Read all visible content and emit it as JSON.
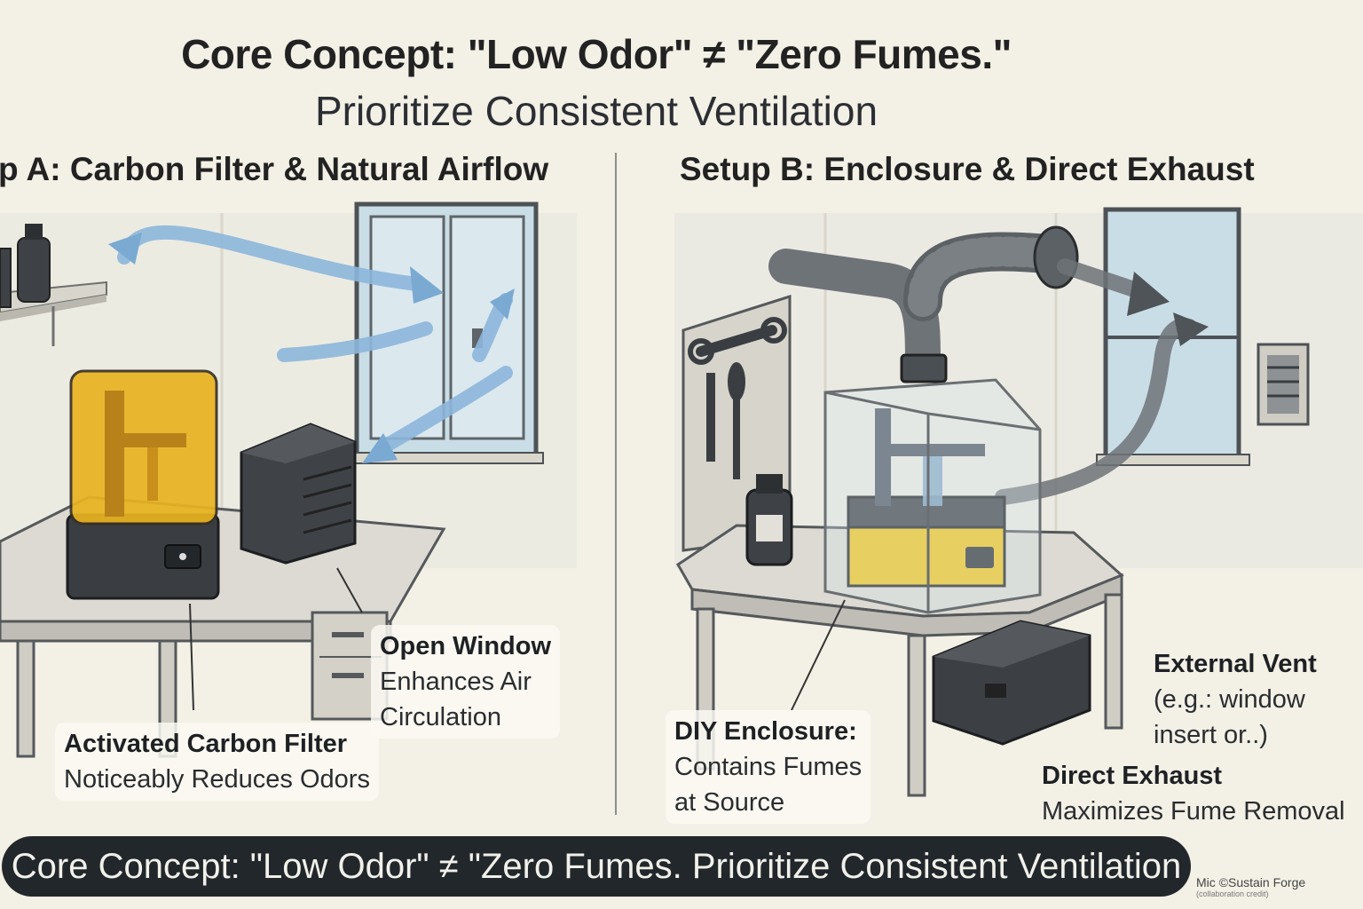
{
  "title": {
    "line1": "Core Concept: \"Low Odor\" ≠ \"Zero Fumes.\"",
    "line2": "Prioritize Consistent Ventilation"
  },
  "setup_a": {
    "heading": "p A: Carbon Filter & Natural Airflow",
    "callouts": {
      "open_window": {
        "heading": "Open Window",
        "line1": "Enhances Air",
        "line2": "Circulation"
      },
      "carbon_filter": {
        "heading": "Activated Carbon Filter",
        "line1": "Noticeably Reduces Odors"
      }
    }
  },
  "setup_b": {
    "heading": "Setup B: Enclosure & Direct Exhaust",
    "callouts": {
      "diy_enclosure": {
        "heading": "DIY Enclosure:",
        "line1": "Contains Fumes",
        "line2": "at Source"
      },
      "external_vent": {
        "heading": "External Vent",
        "line1": "(e.g.: window",
        "line2": "insert or..)"
      },
      "direct_exhaust": {
        "heading": "Direct Exhaust",
        "line1": "Maximizes Fume Removal"
      }
    }
  },
  "banner": {
    "text": "Core Concept: \"Low Odor\" ≠ \"Zero Fumes. Prioritize Consistent Ventilation"
  },
  "credit": {
    "text": "Mic ©Sustain Forge",
    "sub": "(collaboration credit)"
  },
  "colors": {
    "background": "#f3f0e6",
    "resin_orange": "#e9b320",
    "enclosure_yellow": "#f0c419",
    "airflow_blue": "#8db7dc",
    "exhaust_gray": "#6e7378",
    "banner": "#22272b"
  }
}
